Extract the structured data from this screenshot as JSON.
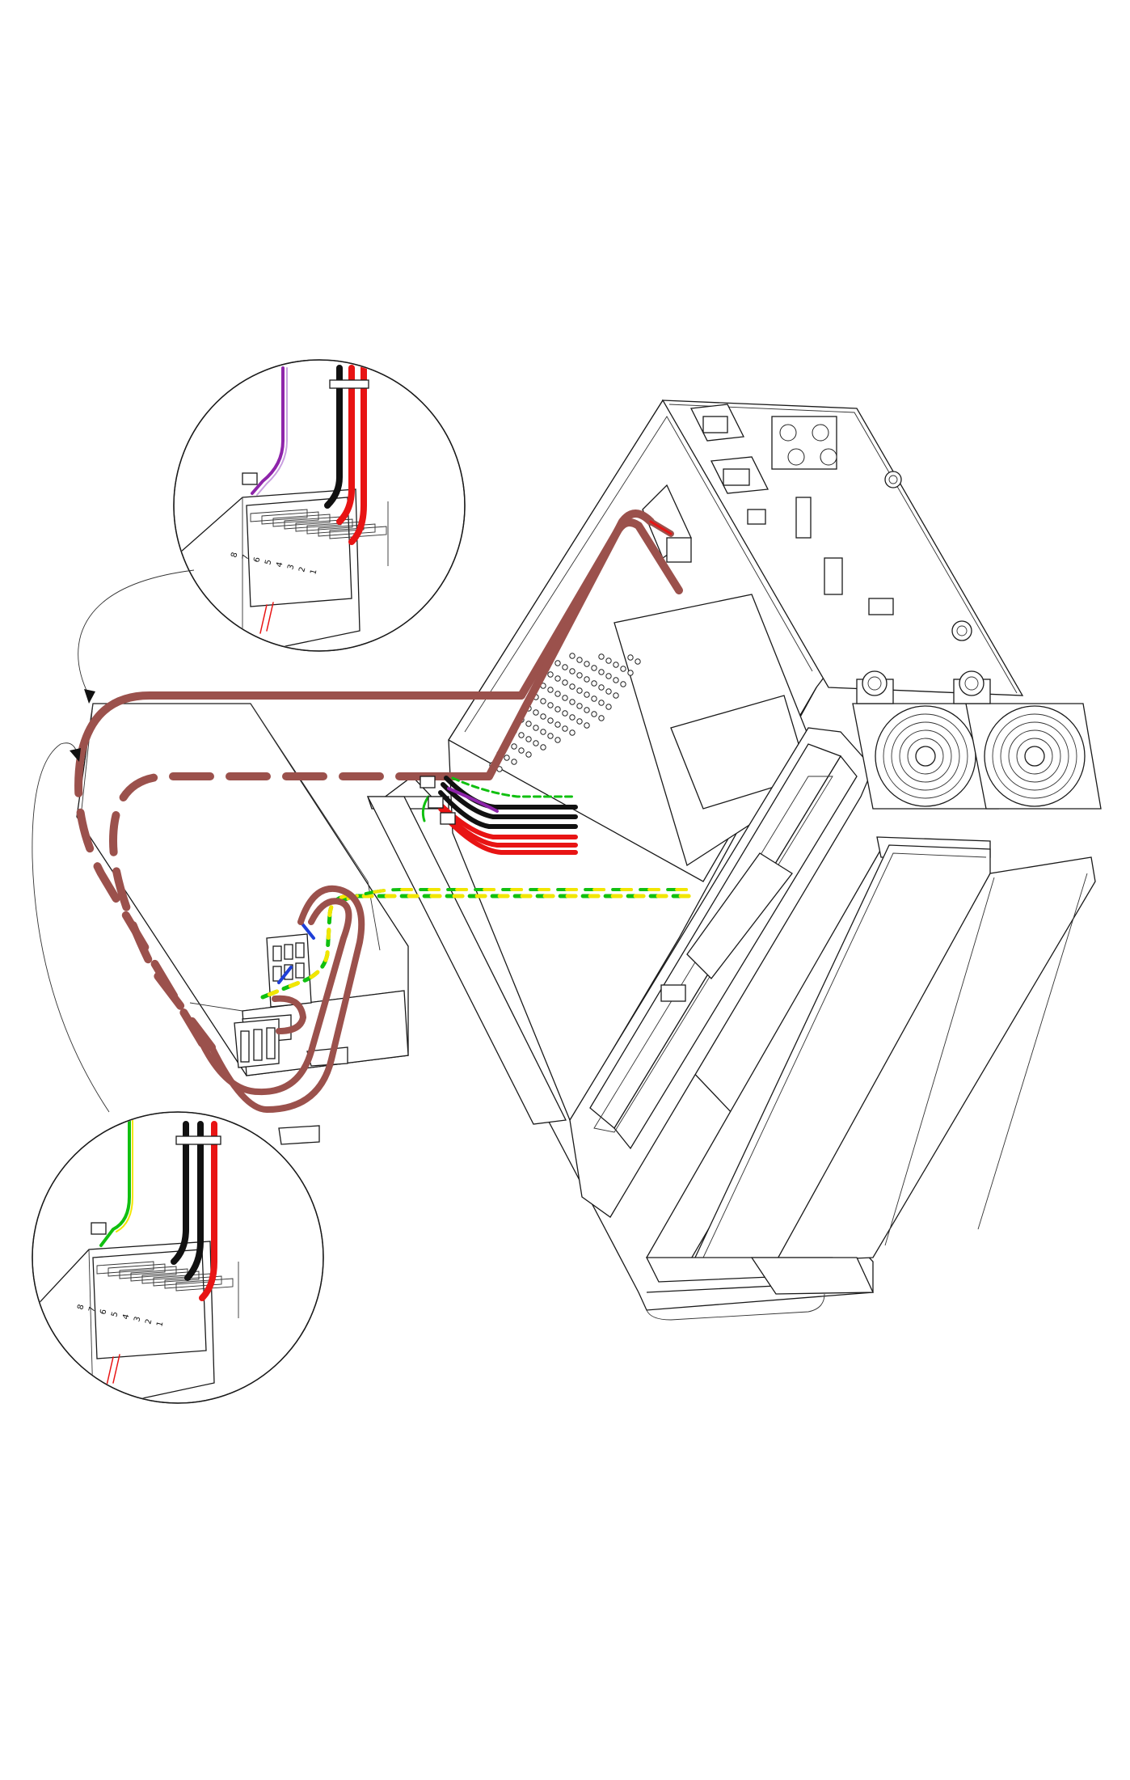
{
  "diagram": {
    "colors": {
      "background": "#ffffff",
      "line": "#1a1a1a",
      "main_cable": "#9b514c",
      "red_wire": "#e81414",
      "black_wire": "#111111",
      "purple_wire": "#8e24aa",
      "blue_wire": "#1e3fd8",
      "ground_green": "#10c010",
      "ground_yellow": "#f2e600"
    },
    "icons": {
      "fan": "fan-icon",
      "power_inlet": "power-inlet-icon",
      "connector": "circular-connector-icon",
      "terminal_block": "terminal-block-icon",
      "arrow": "curved-arrow-icon"
    },
    "detail_views": {
      "top": {
        "terminal_labels": [
          "8",
          "7",
          "6",
          "5",
          "4",
          "3",
          "2",
          "1"
        ]
      },
      "bottom": {
        "terminal_labels": [
          "8",
          "7",
          "6",
          "5",
          "4",
          "3",
          "2",
          "1"
        ]
      }
    }
  }
}
